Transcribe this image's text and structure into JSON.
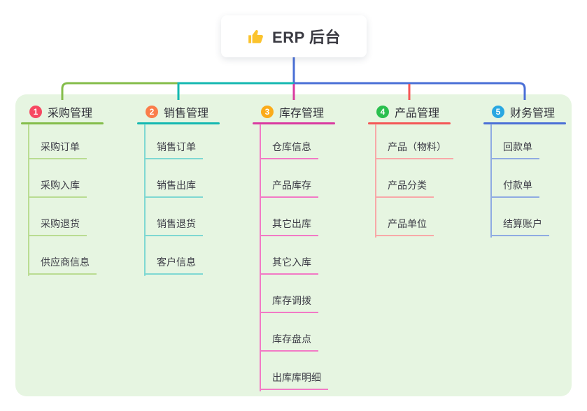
{
  "root": {
    "title": "ERP 后台",
    "icon": "thumbs-up-icon"
  },
  "colors": {
    "background": "#ffffff",
    "panel": "#e6f5e1",
    "trunk": "#4a6fd6",
    "root_text": "#3a3a42",
    "thumb_icon": "#fbc32d"
  },
  "branches": [
    {
      "num": "1",
      "label": "采购管理",
      "badge_color": "#f74861",
      "line_color": "#84bd4a",
      "light_color": "#b9dc92",
      "children": [
        "采购订单",
        "采购入库",
        "采购退货",
        "供应商信息"
      ]
    },
    {
      "num": "2",
      "label": "销售管理",
      "badge_color": "#fa7d4a",
      "line_color": "#14b8b1",
      "light_color": "#7fd8d2",
      "children": [
        "销售订单",
        "销售出库",
        "销售退货",
        "客户信息"
      ]
    },
    {
      "num": "3",
      "label": "库存管理",
      "badge_color": "#fbab19",
      "line_color": "#d93aa0",
      "light_color": "#f279c5",
      "children": [
        "仓库信息",
        "产品库存",
        "其它出库",
        "其它入库",
        "库存调拨",
        "库存盘点",
        "出库库明细"
      ]
    },
    {
      "num": "4",
      "label": "产品管理",
      "badge_color": "#2abf4e",
      "line_color": "#f45656",
      "light_color": "#f8a8a8",
      "children": [
        "产品（物料）",
        "产品分类",
        "产品单位"
      ]
    },
    {
      "num": "5",
      "label": "财务管理",
      "badge_color": "#29a7e1",
      "line_color": "#4a6fd6",
      "light_color": "#8fabe2",
      "children": [
        "回款单",
        "付款单",
        "结算账户"
      ]
    }
  ]
}
